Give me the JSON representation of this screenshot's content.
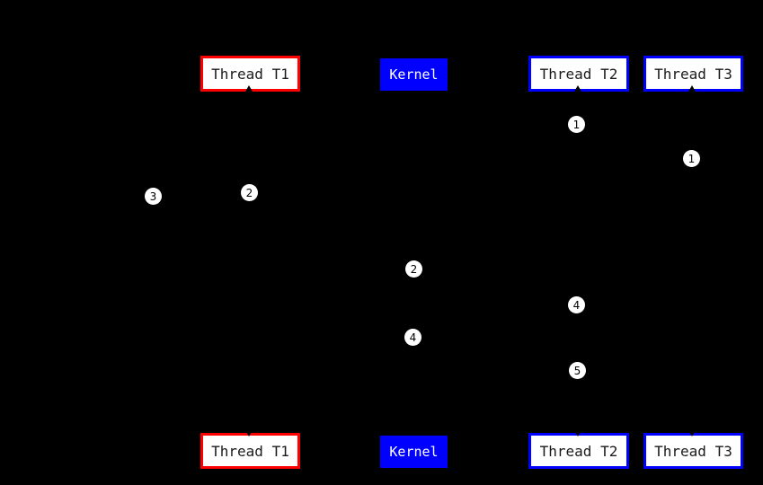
{
  "diagram": {
    "type": "sequence-diagram",
    "background": "#000000",
    "note": "thread/kernel signal-delivery sequence; connector lines drawn in black are invisible on black background"
  },
  "palette": {
    "red_border": "#ff0000",
    "blue": "#0000ff",
    "box_fill": "#ffffff",
    "box_text": "#1a1a1a",
    "kernel_text": "#ffffff",
    "marker_fill": "#ffffff",
    "marker_text": "#000000"
  },
  "actors": {
    "thread_t1": "Thread T1",
    "kernel": "Kernel",
    "thread_t2": "Thread T2",
    "thread_t3": "Thread T3"
  },
  "markers": [
    {
      "label": "1"
    },
    {
      "label": "1"
    },
    {
      "label": "2"
    },
    {
      "label": "3"
    },
    {
      "label": "2"
    },
    {
      "label": "4"
    },
    {
      "label": "4"
    },
    {
      "label": "5"
    }
  ]
}
